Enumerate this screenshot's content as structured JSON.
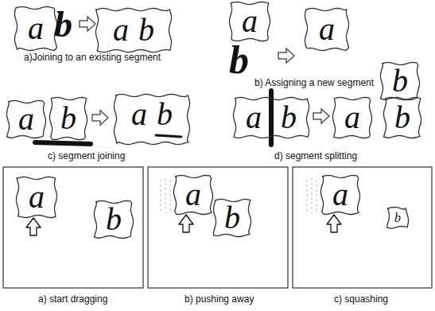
{
  "diagram": {
    "nodes": [
      {
        "text": [
          "a"
        ]
      },
      {
        "text": [
          "a",
          "b"
        ]
      },
      {
        "text": [
          "a"
        ]
      },
      {
        "text": [
          "a"
        ]
      },
      {
        "text": [
          "b"
        ]
      },
      {
        "text": [
          "a"
        ]
      },
      {
        "text": [
          "b"
        ]
      },
      {
        "text": [
          "a",
          "b"
        ]
      },
      {
        "text": [
          "a",
          "b"
        ]
      },
      {
        "text": [
          "a"
        ]
      },
      {
        "text": [
          "b"
        ]
      },
      {
        "text": [
          "a"
        ]
      },
      {
        "text": [
          "b"
        ]
      },
      {
        "text": [
          "a"
        ]
      },
      {
        "text": [
          "b"
        ]
      },
      {
        "text": [
          "a"
        ]
      },
      {
        "text": [
          "b"
        ]
      }
    ],
    "labels": [
      "b",
      "a)Joining to an existing segment",
      "b",
      "b) Assigning a new segment",
      "c) segment joining",
      "d) segment splitting",
      "a) start dragging",
      "b) pushing away",
      "c) squashing"
    ]
  }
}
